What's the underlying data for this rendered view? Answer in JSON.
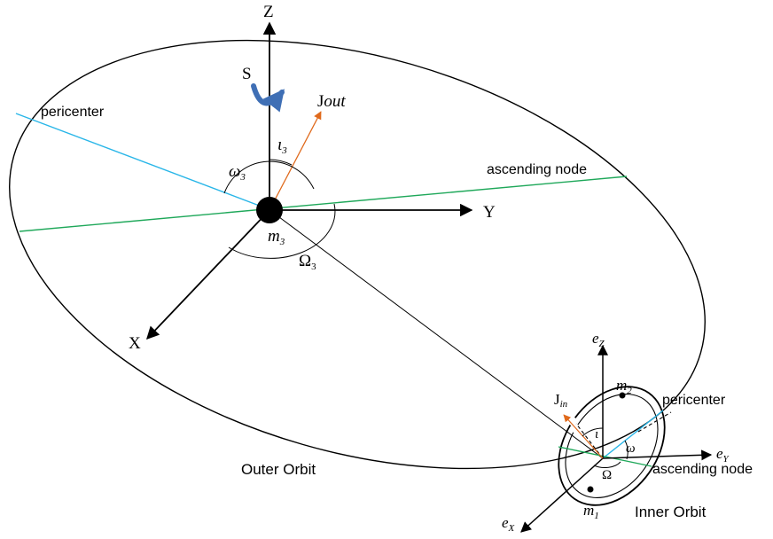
{
  "axes": {
    "z": "Z",
    "y": "Y",
    "x": "X"
  },
  "spin": {
    "label": "S"
  },
  "j_out": {
    "base": "J",
    "sub": "out"
  },
  "iota3": {
    "base": "ι",
    "sub": "3"
  },
  "omega3": {
    "base": "ω",
    "sub": "3"
  },
  "m3": {
    "base": "m",
    "sub": "3"
  },
  "Omega3": {
    "base": "Ω",
    "sub": "3"
  },
  "outer": {
    "pericenter": "pericenter",
    "ascending_node": "ascending node",
    "name": "Outer Orbit"
  },
  "inner": {
    "ez": {
      "base": "e",
      "sub": "Z"
    },
    "ey": {
      "base": "e",
      "sub": "Y"
    },
    "ex": {
      "base": "e",
      "sub": "X"
    },
    "j_in": {
      "base": "J",
      "sub": "in"
    },
    "m2": {
      "base": "m",
      "sub": "2"
    },
    "m1": {
      "base": "m",
      "sub": "1"
    },
    "iota": "ι",
    "omega": "ω",
    "Omega": "Ω",
    "pericenter": "pericenter",
    "ascending_node": "ascending node",
    "name": "Inner Orbit"
  },
  "colors": {
    "pericenter_line": "#29b6e8",
    "node_line": "#1fa85a",
    "angular_momentum": "#e06a1c",
    "spin_arrow": "#3f6fb5",
    "ink": "#000000"
  }
}
